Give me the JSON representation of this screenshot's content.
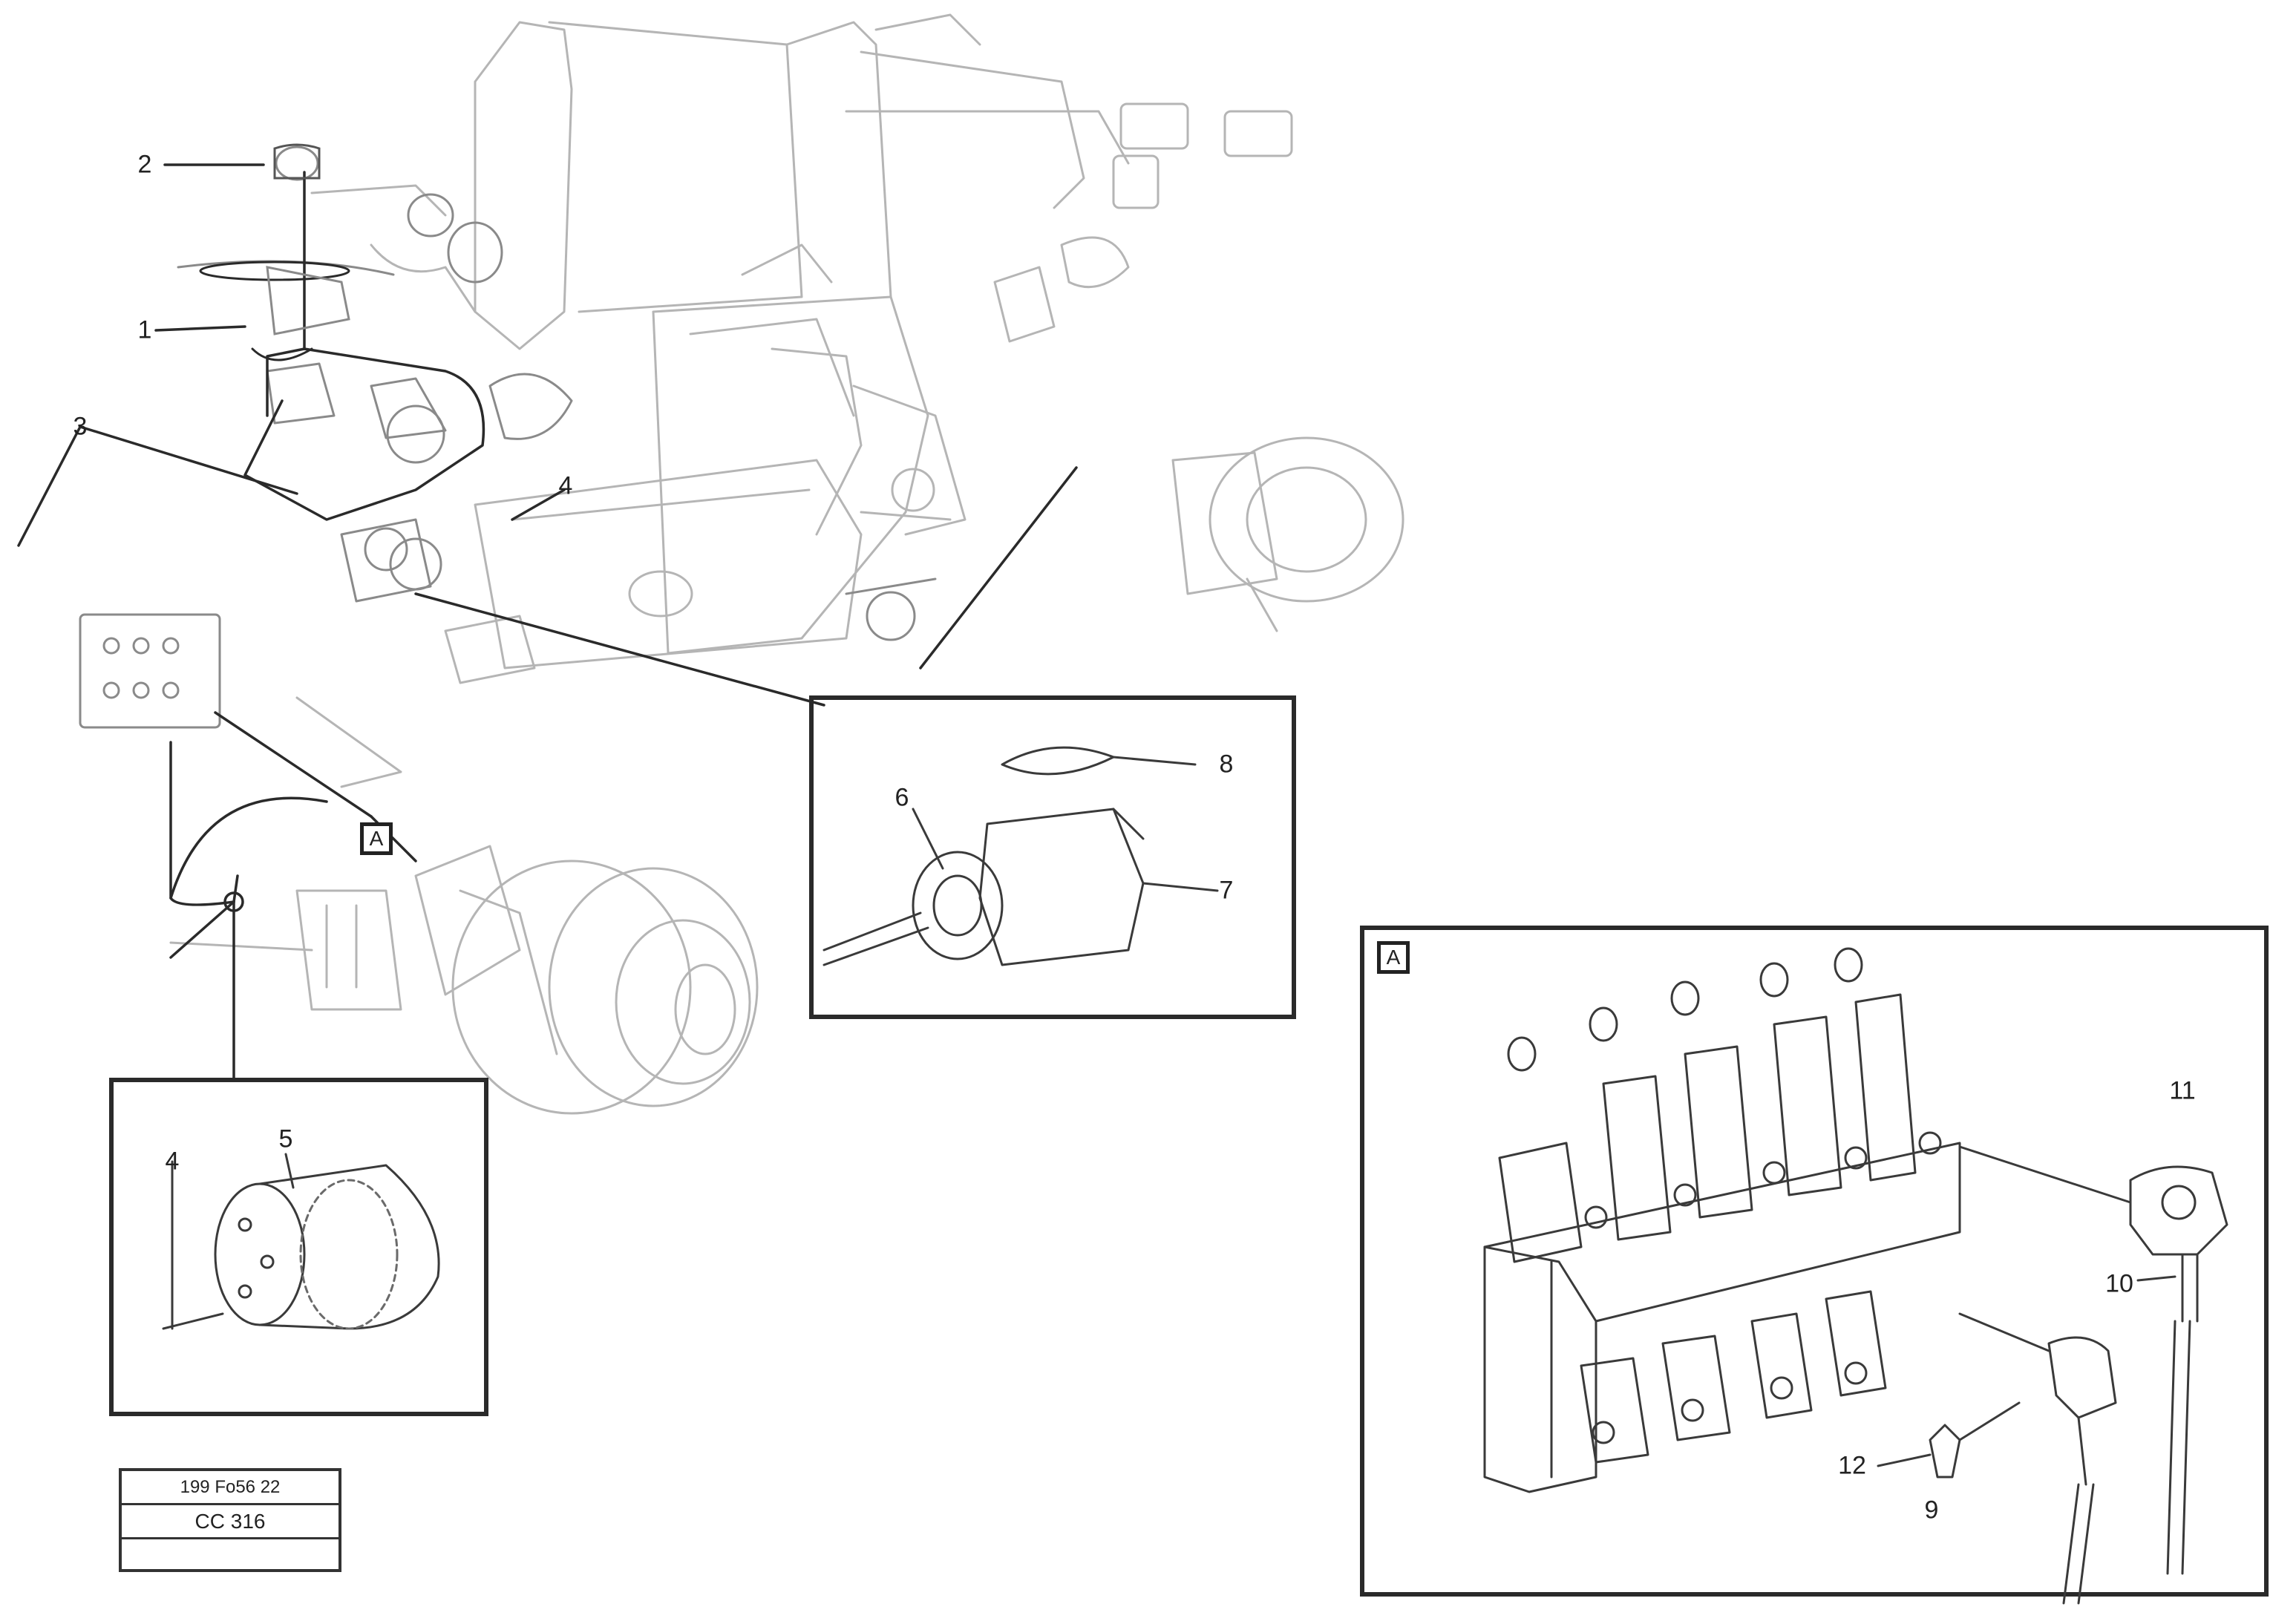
{
  "callouts": {
    "c1": "1",
    "c2": "2",
    "c3": "3",
    "c4": "4",
    "c5": "5",
    "c6": "6",
    "c7": "7",
    "c8": "8",
    "c9": "9",
    "c10": "10",
    "c11": "11",
    "c12": "12"
  },
  "detail_labels": {
    "a_main": "A",
    "a_ref": "A"
  },
  "title_block": {
    "row1": "199 Fo56 22",
    "row2": "CC 316",
    "row3": ""
  },
  "colors": {
    "line": "#2a2a2a",
    "faint": "#b8b8b8",
    "mid": "#8a8a8a"
  }
}
